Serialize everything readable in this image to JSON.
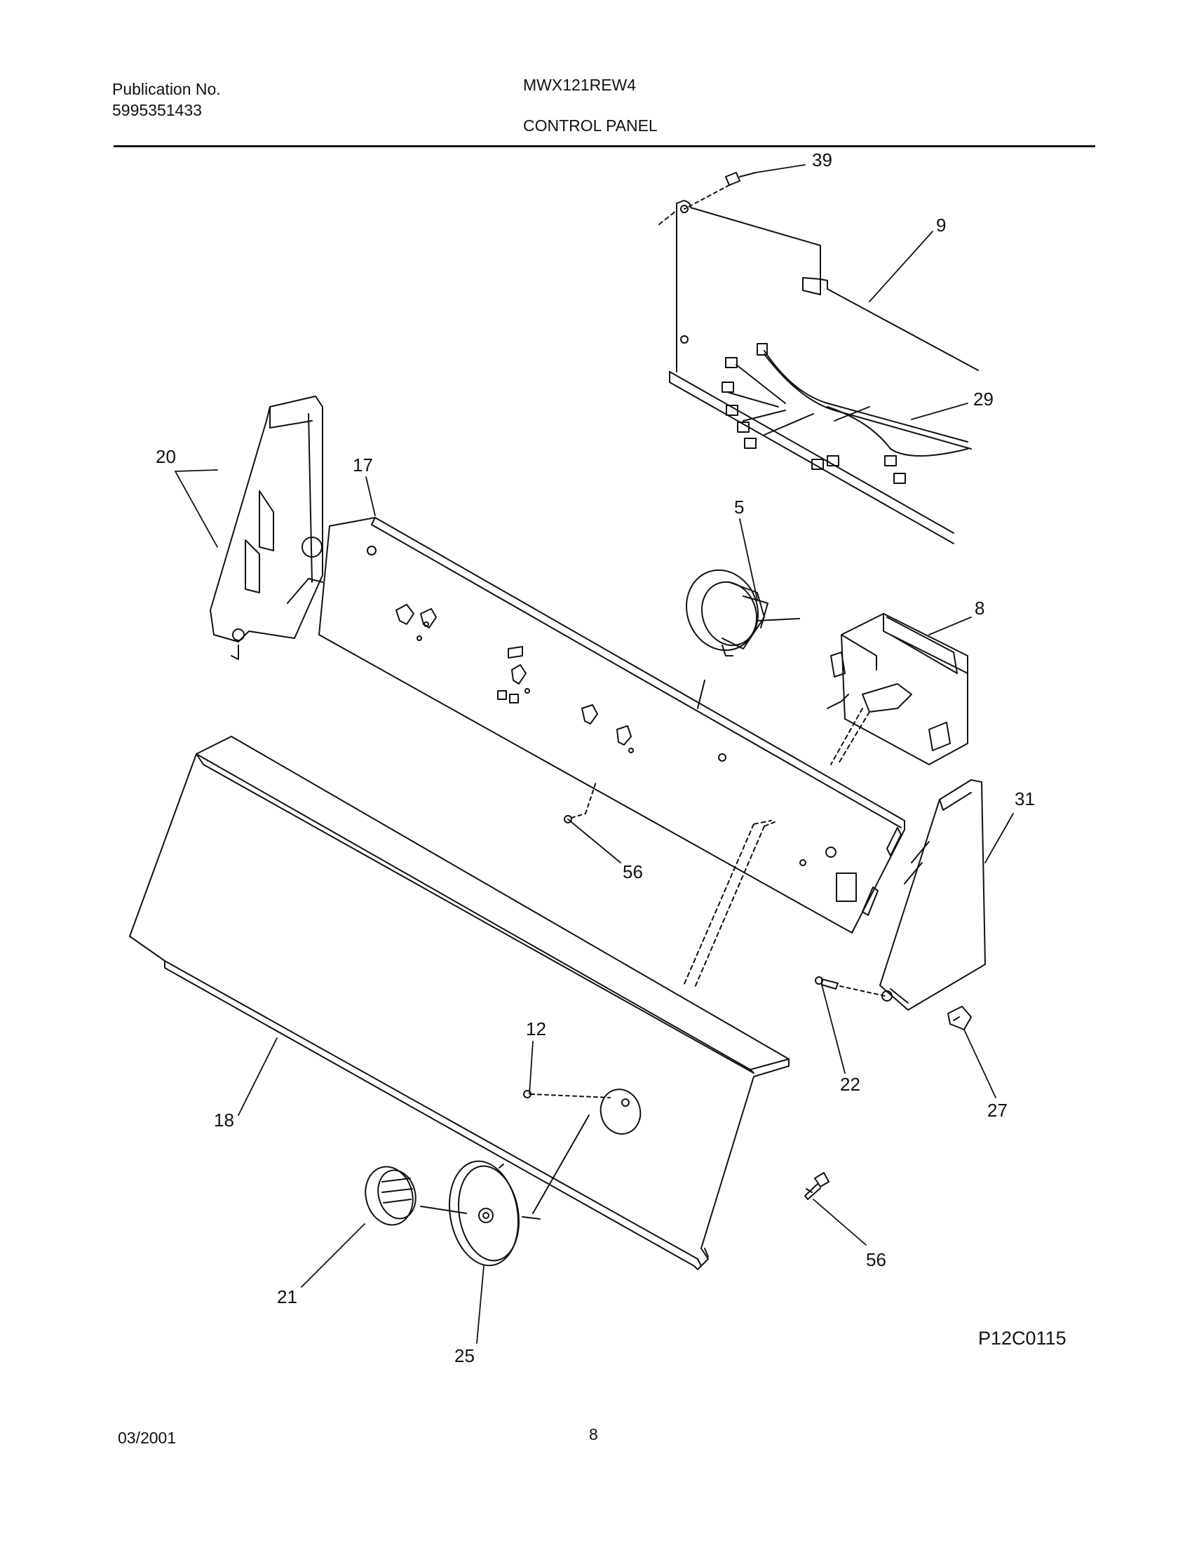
{
  "header": {
    "publication_label": "Publication No.",
    "publication_number": "5995351433",
    "model": "MWX121REW4",
    "section_title": "CONTROL PANEL"
  },
  "callouts": [
    {
      "id": "c39",
      "label": "39"
    },
    {
      "id": "c9",
      "label": "9"
    },
    {
      "id": "c29",
      "label": "29"
    },
    {
      "id": "c20",
      "label": "20"
    },
    {
      "id": "c17",
      "label": "17"
    },
    {
      "id": "c5",
      "label": "5"
    },
    {
      "id": "c8",
      "label": "8"
    },
    {
      "id": "c31",
      "label": "31"
    },
    {
      "id": "c56a",
      "label": "56"
    },
    {
      "id": "c12",
      "label": "12"
    },
    {
      "id": "c22",
      "label": "22"
    },
    {
      "id": "c27",
      "label": "27"
    },
    {
      "id": "c18",
      "label": "18"
    },
    {
      "id": "c56b",
      "label": "56"
    },
    {
      "id": "c21",
      "label": "21"
    },
    {
      "id": "c25",
      "label": "25"
    }
  ],
  "figure_code": "P12C0115",
  "footer": {
    "date": "03/2001",
    "page_number": "8"
  }
}
